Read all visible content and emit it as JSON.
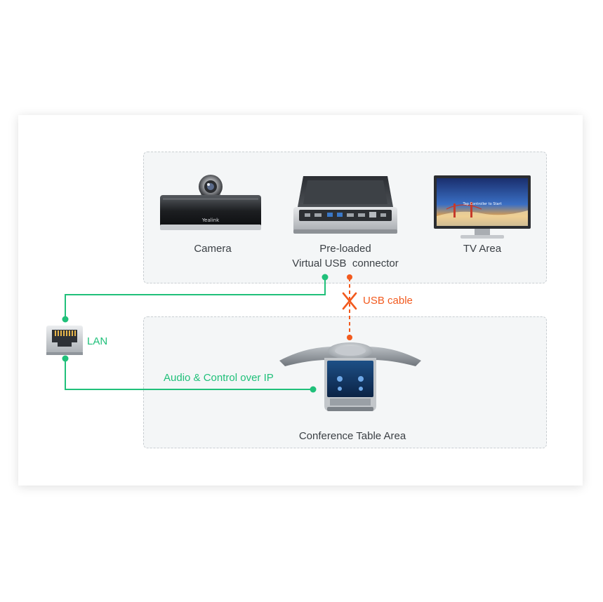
{
  "zones": {
    "tv_area_label": "TV Area",
    "conference_table_label": "Conference Table Area"
  },
  "devices": {
    "camera": {
      "label": "Camera",
      "brand_text": "Yealink",
      "icon": "camera-bar-icon"
    },
    "hub": {
      "label_line1": "Pre-loaded",
      "label_line2": "Virtual USB  connector",
      "icon": "usb-dock-icon"
    },
    "tv": {
      "label": "TV Area",
      "screen_text": "Tap Controller to Start",
      "icon": "tv-monitor-icon"
    },
    "phone": {
      "label": "Conference Table Area",
      "icon": "conference-phone-icon"
    },
    "lan": {
      "label": "LAN",
      "icon": "rj45-port-icon"
    }
  },
  "connections": {
    "audio_control": "Audio & Control over IP",
    "usb_cable": "USB cable"
  },
  "colors": {
    "green": "#20c07a",
    "orange": "#f25a1e",
    "zone_fill": "#f4f6f7",
    "zone_border": "#c9ced2"
  }
}
